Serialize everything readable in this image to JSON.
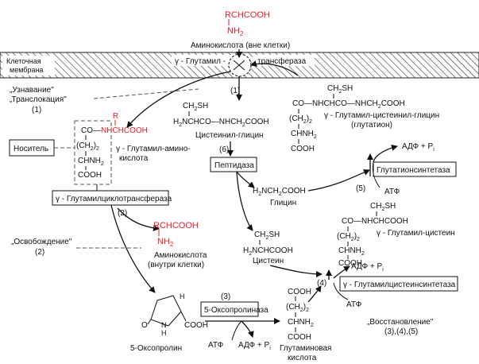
{
  "aminoacid_outside": {
    "formula_top": "RCHCOOH",
    "formula_bottom": "NH",
    "sub": "2",
    "label": "Аминокислота  (вне  клетки)"
  },
  "membrane": {
    "label_line1": "Клеточная",
    "label_line2": "мембрана"
  },
  "enzyme_transpeptidase": {
    "left": "γ - Глутамил -",
    "right": "трансфераза"
  },
  "step1_top": "(1)",
  "recognition": {
    "line1": "„Узнавание\"",
    "line2": "„Транслокация\"",
    "num": "(1)"
  },
  "carrier": {
    "label": "Носитель"
  },
  "glutamyl_amino": {
    "r": "R",
    "row1": "CO—NHCHCOOH",
    "row1_black": "CO—",
    "row1_red": "NHCHCOOH",
    "row2": "(CH",
    "row2_sub": "2",
    "row2_tail": ")",
    "row2_sub2": "2",
    "row3": "CHNH",
    "row3_sub": "2",
    "row4": "COOH",
    "name_line1": "γ - Глутамил-амино-",
    "name_line2": "кислота"
  },
  "cysteinylglycine": {
    "row1": "CH",
    "row1_sub": "2",
    "row1_tail": "SH",
    "row2": "H",
    "row2_sub": "2",
    "row2_tail": "NCHCO—NHCH",
    "row2_sub2": "2",
    "row2_tail2": "COOH",
    "name": "Цистеинил-глицин"
  },
  "step6": "(6)",
  "peptidase": "Пептидаза",
  "cyclotransferase": "γ - Глутамилциклотрансфераза",
  "step2": "(2)",
  "aminoacid_inside": {
    "formula_top": "RCHCOOH",
    "formula_bottom": "NH",
    "sub": "2",
    "name_line1": "Аминокислота",
    "name_line2": "(внутри клетки)"
  },
  "release": {
    "line1": "„Освобождение\"",
    "num": "(2)"
  },
  "glycine": {
    "formula_a": "H",
    "formula_sub": "2",
    "formula_b": "NCH",
    "formula_sub2": "2",
    "formula_c": "COOH",
    "name": "Глицин"
  },
  "cysteine": {
    "row1": "CH",
    "row1_sub": "2",
    "row1_tail": "SH",
    "row2": "H",
    "row2_sub": "2",
    "row2_tail": "NCHCOOH",
    "name": "Цистеин"
  },
  "glutathione": {
    "row1": "CH",
    "row1_sub": "2",
    "row1_tail": "SH",
    "row2": "CO—NHCHCO—NHCH",
    "row2_sub": "2",
    "row2_tail": "COOH",
    "row3": "(CH",
    "row3_sub": "2",
    "row3_tail": ")",
    "row3_sub2": "2",
    "row4": "CHNH",
    "row4_sub": "2",
    "row5": "COOH",
    "name_line1": "γ - Глутамил-цистеинил-глицин",
    "name_line2": "(глутатион)"
  },
  "glutathione_synthetase": "Глутатионсинтетаза",
  "adp_pi_top": "АДФ  +  P",
  "pi_sub": "i",
  "atp_top": "АТФ",
  "step5": "(5)",
  "glutamyl_cysteine": {
    "row1": "CH",
    "row1_sub": "2",
    "row1_tail": "SH",
    "row2": "CO—NHCHCOOH",
    "row3": "(CH",
    "row3_sub": "2",
    "row3_tail": ")",
    "row3_sub2": "2",
    "row4": "CHNH",
    "row4_sub": "2",
    "row5": "COOH",
    "name": "γ - Глутамил-цистеин"
  },
  "adp_pi_mid": "АДФ  +  P",
  "step4": "(4)",
  "cysteine_synthetase": "γ - Глутамилцистеинсинтетаза",
  "atp_mid": "АТФ",
  "oxoproline": {
    "nh": "N",
    "h_below": "H",
    "h_top": "H",
    "cooh": "COOH",
    "o": "O",
    "name": "5-Оксопролин"
  },
  "step3": "(3)",
  "oxoprolinase": "5-Оксопролиназа",
  "atp_bottom": "АТФ",
  "adp_pi_bottom": "АДФ  +  P",
  "glutamic_acid": {
    "row1": "COOH",
    "row2": "(CH",
    "row2_sub": "2",
    "row2_tail": ")",
    "row2_sub2": "2",
    "row3": "CHNH",
    "row3_sub": "2",
    "row4": "COOH",
    "name_line1": "Глутаминовая",
    "name_line2": "кислота"
  },
  "regeneration": {
    "line1": "„Восстановление\"",
    "nums": "(3),(4),(5)"
  },
  "colors": {
    "highlight": "#e8202a",
    "ink": "#111111"
  }
}
